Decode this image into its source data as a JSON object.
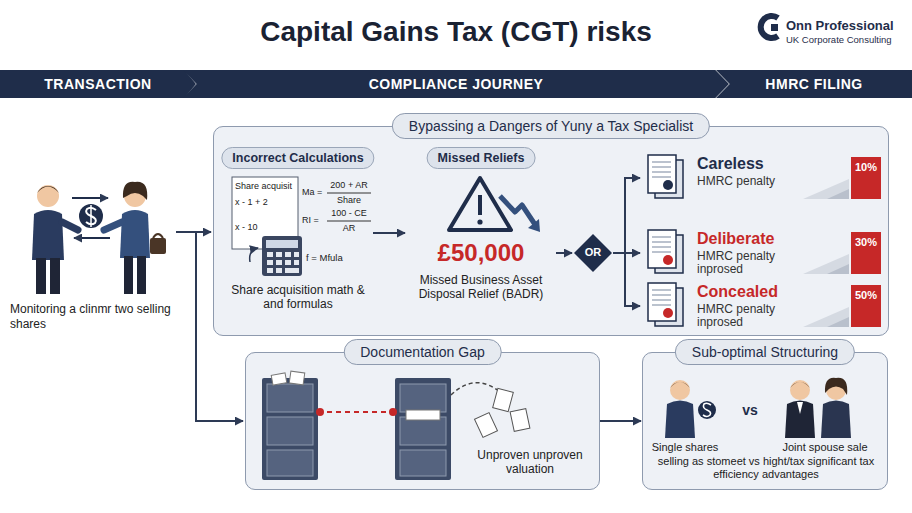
{
  "diagram": {
    "title": "Capital Gains Tax (CGT) risks",
    "nodes": [
      {
        "text": [
          "TRANSACTION"
        ]
      },
      {
        "text": [
          "COMPLIANCE JOURNEY"
        ]
      },
      {
        "text": [
          "HMRC FILING"
        ]
      },
      {
        "text": [
          "Bypassing a Dangers of Yuny a Tax Specialist"
        ]
      },
      {
        "text": [
          "Incorrect Calculations",
          "Share acquisition math & and formulas"
        ],
        "in": 3
      },
      {
        "text": [
          "Missed Reliefs",
          "£50,000",
          "Missed Business Asset Disposal Relief (BADR)"
        ],
        "in": 3
      },
      {
        "text": [
          "OR"
        ],
        "in": 3
      },
      {
        "text": [
          "Careless",
          "HMRC penalty",
          "10%"
        ],
        "in": 3
      },
      {
        "text": [
          "Deliberate",
          "HMRC penalty inprosed",
          "30%"
        ],
        "in": 3
      },
      {
        "text": [
          "Concealed",
          "HMRC penalty inprosed",
          "50%"
        ],
        "in": 3
      },
      {
        "text": [
          "Documentation Gap"
        ]
      },
      {
        "text": [
          "Sub-optimal Structuring"
        ]
      }
    ],
    "edges": [
      {
        "from": 4,
        "to": 5,
        "arrow": "to"
      },
      {
        "from": 5,
        "to": 6,
        "arrow": "to"
      },
      {
        "from": 6,
        "to": 7,
        "arrow": "to"
      },
      {
        "from": 6,
        "to": 8,
        "arrow": "to"
      },
      {
        "from": 6,
        "to": 9,
        "arrow": "to"
      },
      {
        "from": 10,
        "to": 11,
        "arrow": "to"
      }
    ],
    "labels": [
      "Onn Professional",
      "UK Corporate Consulting",
      "Monitoring a clinmr two selling shares",
      "Share acquisit",
      "x - 1 + 2",
      "x - 10",
      "Ma =",
      "200 + AR",
      "Share",
      "RI =",
      "100 - CE",
      "AR",
      "f = Mfula",
      "Unproven unproven valuation",
      "vs",
      "Single shares",
      "Joint spouse sale",
      "selling as stomeet vs hight/tax significant tax efficiency advantages"
    ]
  }
}
